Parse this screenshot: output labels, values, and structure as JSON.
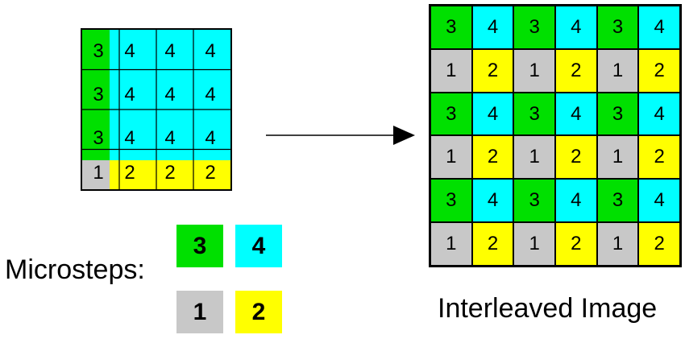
{
  "colors": {
    "microstep_1": "#c8c8c8",
    "microstep_2": "#ffff00",
    "microstep_3": "#00e000",
    "microstep_4": "#00ffff"
  },
  "left_grid": {
    "rows": [
      [
        "3",
        "4",
        "4",
        "4"
      ],
      [
        "3",
        "4",
        "4",
        "4"
      ],
      [
        "3",
        "4",
        "4",
        "4"
      ],
      [
        "1",
        "2",
        "2",
        "2"
      ]
    ]
  },
  "right_grid": {
    "rows": [
      [
        "3",
        "4",
        "3",
        "4",
        "3",
        "4"
      ],
      [
        "1",
        "2",
        "1",
        "2",
        "1",
        "2"
      ],
      [
        "3",
        "4",
        "3",
        "4",
        "3",
        "4"
      ],
      [
        "1",
        "2",
        "1",
        "2",
        "1",
        "2"
      ],
      [
        "3",
        "4",
        "3",
        "4",
        "3",
        "4"
      ],
      [
        "1",
        "2",
        "1",
        "2",
        "1",
        "2"
      ]
    ]
  },
  "legend": {
    "label": "Microsteps:",
    "items": [
      {
        "value": "3",
        "color": "#00e000"
      },
      {
        "value": "4",
        "color": "#00ffff"
      },
      {
        "value": "1",
        "color": "#c8c8c8"
      },
      {
        "value": "2",
        "color": "#ffff00"
      }
    ]
  },
  "right_title": "Interleaved Image"
}
